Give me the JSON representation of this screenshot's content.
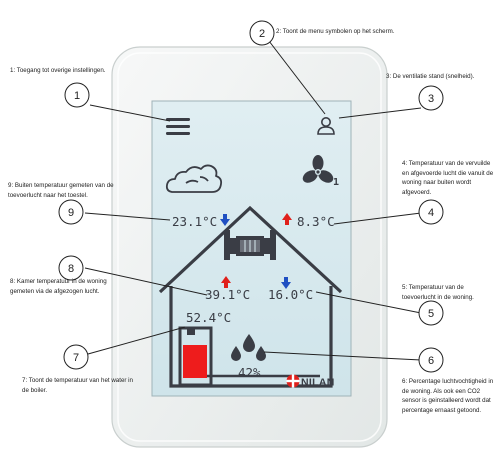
{
  "screen": {
    "brand": "NILAN",
    "outdoor_temp": "23.1°C",
    "exhaust_temp": "8.3°C",
    "room_temp": "39.1°C",
    "supply_temp": "16.0°C",
    "boiler_temp": "52.4°C",
    "humidity": "42%",
    "fan_speed": "1"
  },
  "callouts": [
    {
      "number": "1",
      "text": "1: Toegang tot overige instellingen."
    },
    {
      "number": "2",
      "text": "2: Toont de menu symbolen op het scherm."
    },
    {
      "number": "3",
      "text": "3: De ventilatie stand (snelheid)."
    },
    {
      "number": "4",
      "text": "4: Temperatuur van de vervuilde en afgevoerde lucht die vanuit de woning naar buiten wordt afgevoerd."
    },
    {
      "number": "5",
      "text": "5: Temperatuur van de toevoerlucht in de woning."
    },
    {
      "number": "6",
      "text": "6: Percentage luchtvochtigheid in de woning.  Als ook een CO2 sensor is geinstalleerd wordt dat percentage ernaast getoond."
    },
    {
      "number": "7",
      "text": "7: Toont de temperatuur van het water in de boiler."
    },
    {
      "number": "8",
      "text": "8: Kamer temperatuur in de woning gemeten via de afgezogen lucht."
    },
    {
      "number": "9",
      "text": "9: Buiten temperatuur gemeten van de toevoerlucht naar het toestel."
    }
  ],
  "colors": {
    "frame": "#ecf0ef",
    "screen": "#d7e9ee",
    "icon": "#3a3d45",
    "warm_arrow": "#e0201b",
    "cold_arrow": "#1f4fc2",
    "boiler_fill": "#ee1c1c"
  }
}
